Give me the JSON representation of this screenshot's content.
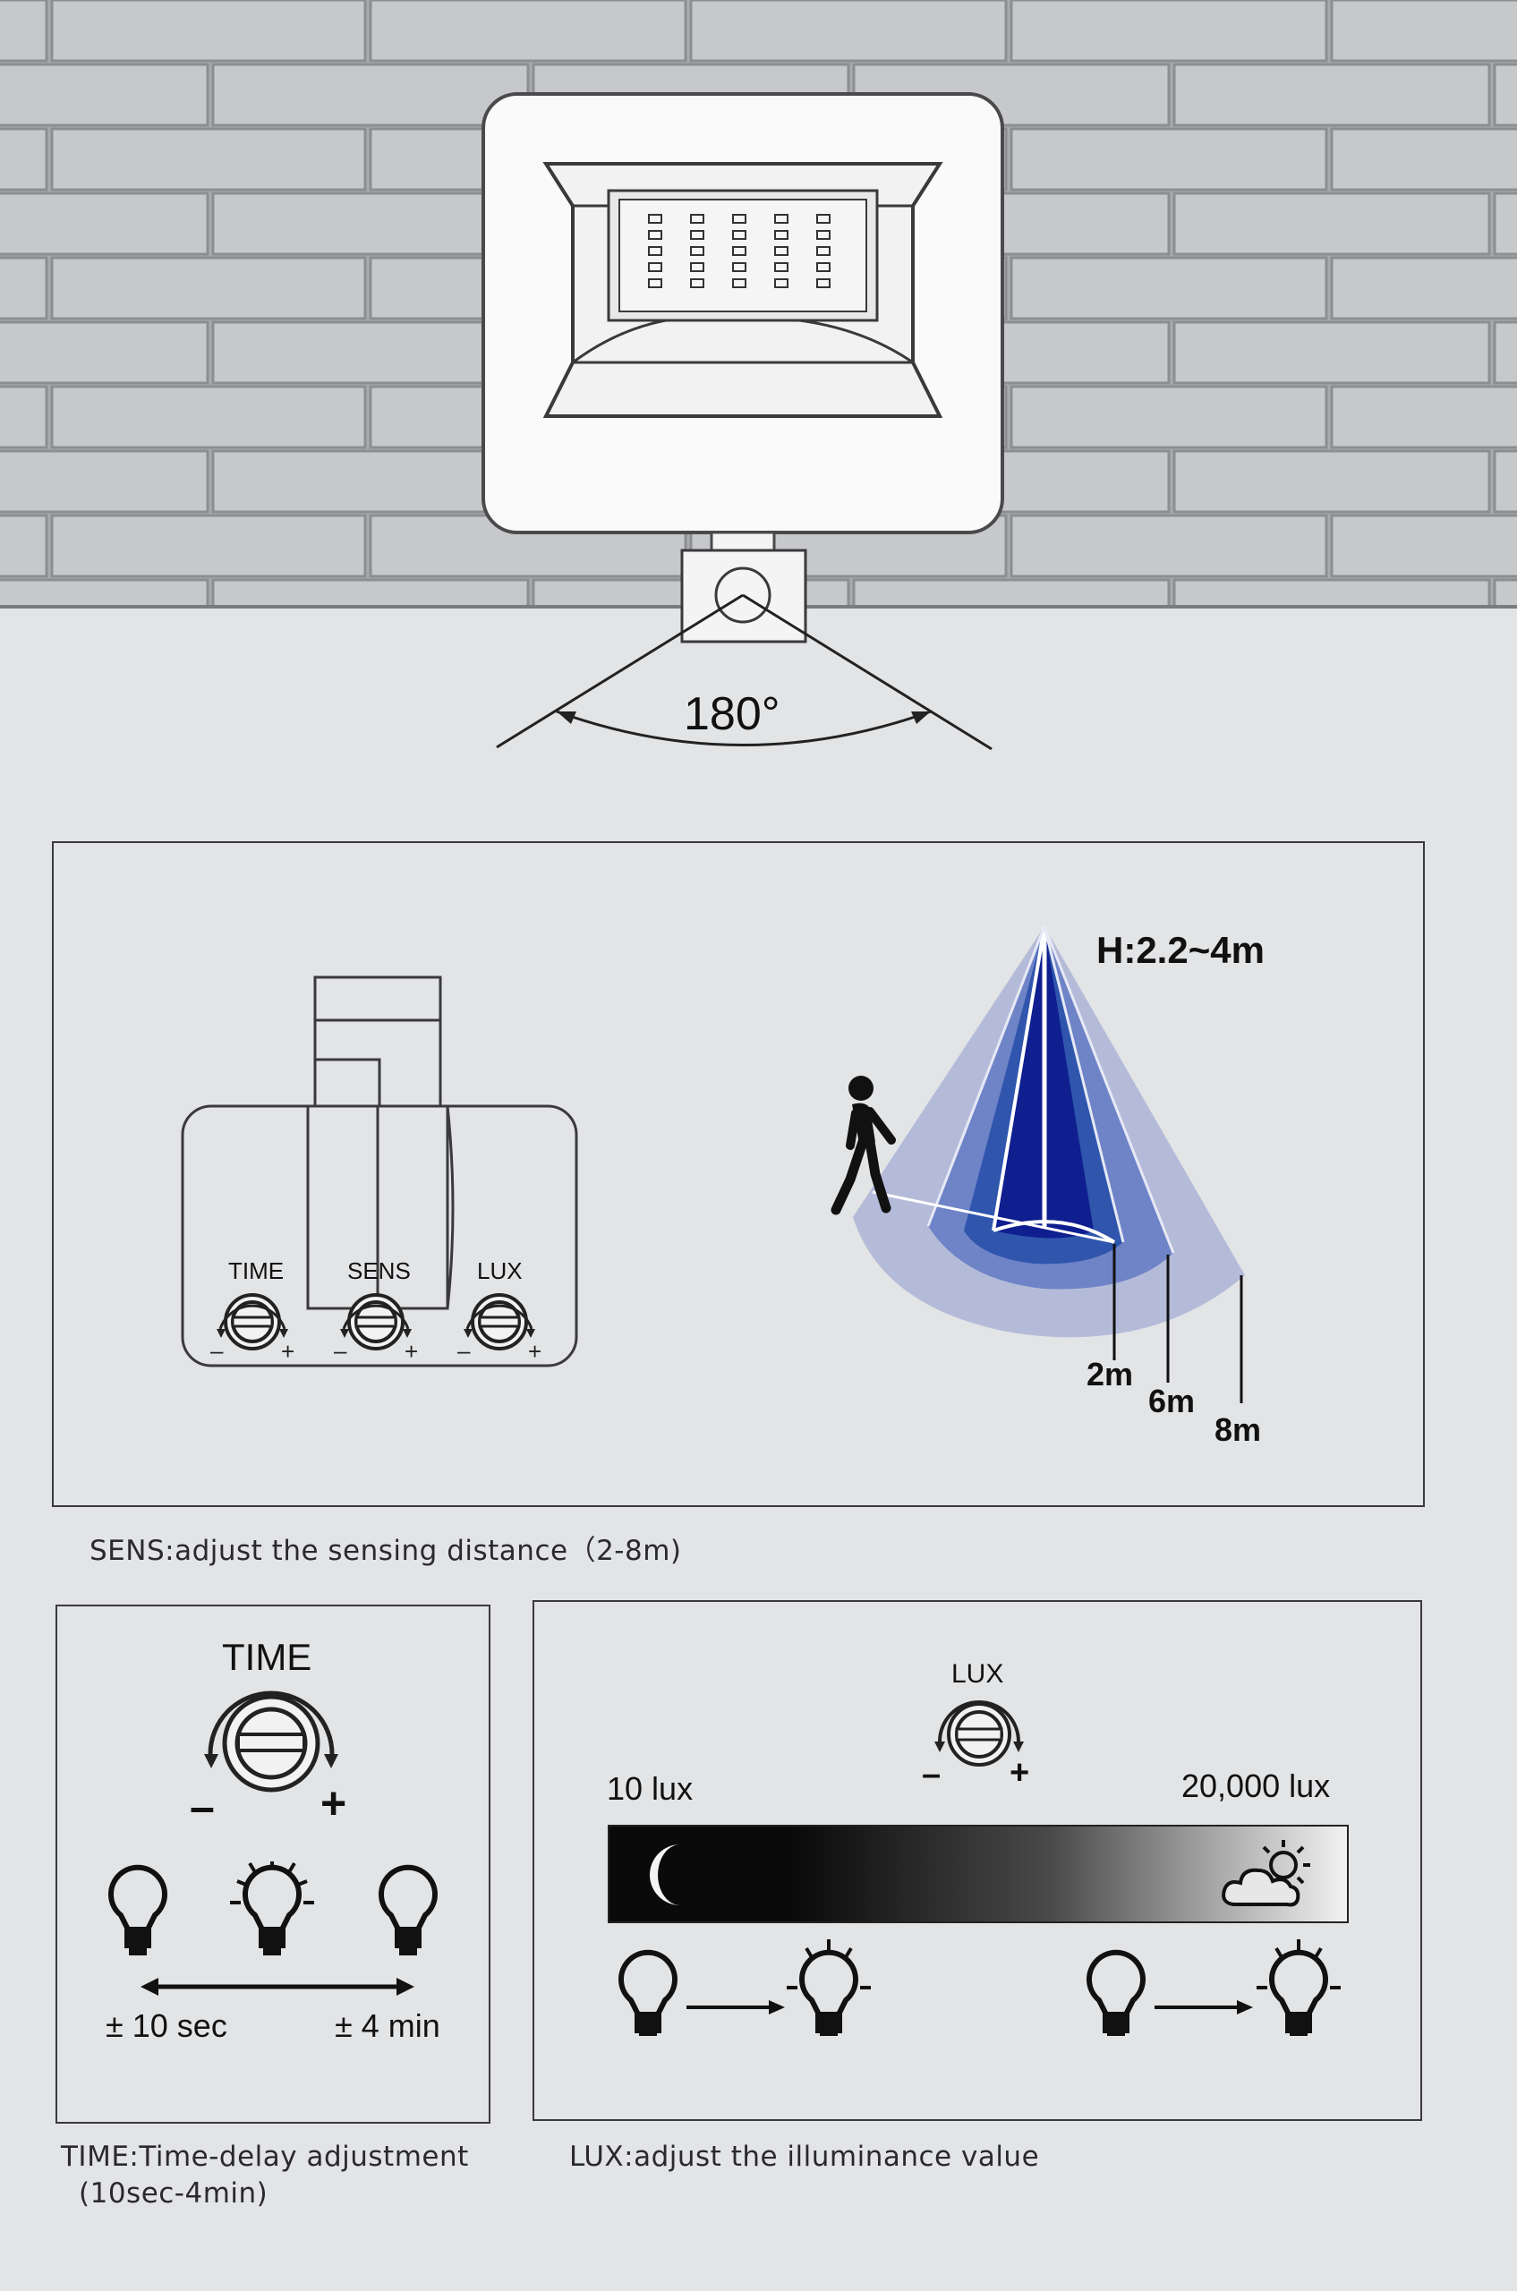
{
  "hero": {
    "angle_label": "180°"
  },
  "sens_panel": {
    "knob_labels": {
      "time": "TIME",
      "sens": "SENS",
      "lux": "LUX"
    },
    "height_label": "H:2.2~4m",
    "distance_labels": [
      "2m",
      "6m",
      "8m"
    ],
    "caption": "SENS:adjust the sensing distance（2-8m)",
    "cone_colors": [
      "#b4bbd9",
      "#6f83c7",
      "#2f55ad",
      "#0f1f8f"
    ]
  },
  "time_panel": {
    "title": "TIME",
    "minus": "–",
    "plus": "+",
    "min_label": "± 10 sec",
    "max_label": "± 4 min",
    "caption_line1": "TIME:Time-delay adjustment",
    "caption_line2": "(10sec-4min)"
  },
  "lux_panel": {
    "title": "LUX",
    "minus": "–",
    "plus": "+",
    "min_label": "10 lux",
    "max_label": "20,000 lux",
    "caption": "LUX:adjust the illuminance value",
    "gradient_colors": [
      "#0a0a0a",
      "#f2f2f2"
    ]
  },
  "icons": [
    "brick-wall",
    "floodlight-icon",
    "pir-sensor-icon",
    "walking-person-icon",
    "knob-icon",
    "bulb-off-icon",
    "bulb-on-icon",
    "moon-icon",
    "sun-cloud-icon",
    "arrow-icon"
  ]
}
